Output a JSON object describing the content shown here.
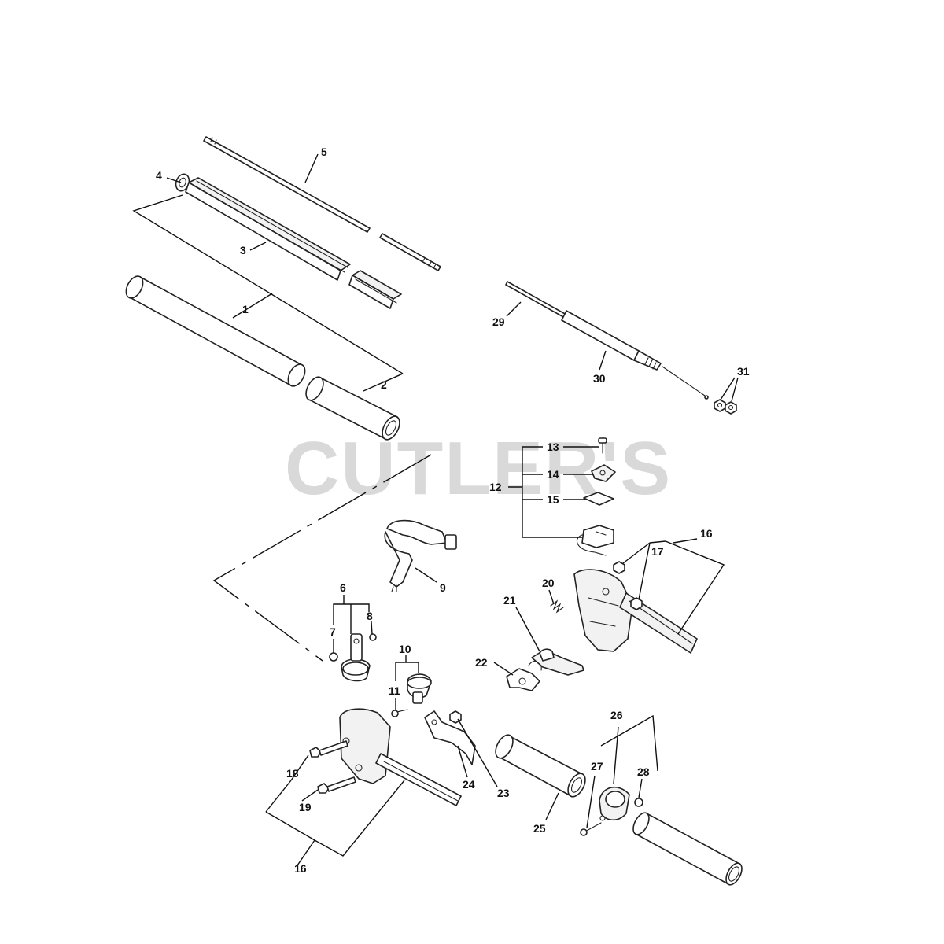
{
  "watermark": "CUTLER'S",
  "callouts": [
    "1",
    "2",
    "3",
    "4",
    "5",
    "6",
    "7",
    "8",
    "9",
    "10",
    "11",
    "12",
    "13",
    "14",
    "15",
    "16",
    "16",
    "17",
    "18",
    "19",
    "20",
    "21",
    "22",
    "23",
    "24",
    "25",
    "26",
    "27",
    "28",
    "29",
    "30",
    "31"
  ]
}
